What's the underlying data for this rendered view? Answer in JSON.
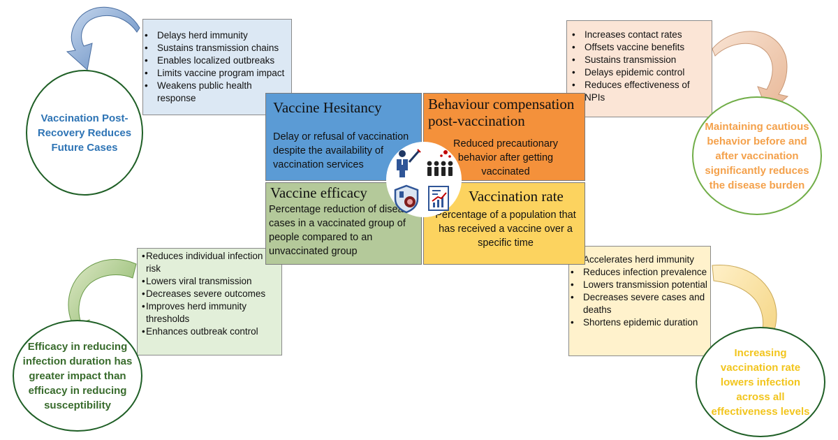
{
  "top_left_box": {
    "items": [
      "Delays herd immunity",
      "Sustains transmission chains",
      "Enables localized outbreaks",
      "Limits vaccine program impact",
      "Weakens public health response"
    ]
  },
  "top_right_box": {
    "items": [
      "Increases contact rates",
      "Offsets vaccine benefits",
      "Sustains transmission",
      "Delays epidemic control",
      "Reduces effectiveness of NPIs"
    ]
  },
  "bottom_left_box": {
    "items": [
      "Reduces individual infection risk",
      "Lowers viral transmission",
      "Decreases severe outcomes",
      "Improves herd immunity thresholds",
      "Enhances outbreak control"
    ]
  },
  "bottom_right_box": {
    "items": [
      "Accelerates herd immunity",
      "Reduces infection prevalence",
      "Lowers transmission potential",
      "Decreases severe cases and deaths",
      "Shortens epidemic duration"
    ]
  },
  "quadrants": {
    "hesitancy": {
      "title": "Vaccine Hesitancy",
      "description": "Delay or refusal of vaccination despite the availability of vaccination services",
      "color": "#5b9bd5"
    },
    "behaviour": {
      "title": "Behaviour compensation post-vaccination",
      "description": "Reduced precautionary behavior after getting vaccinated",
      "color": "#f4913b"
    },
    "efficacy": {
      "title": "Vaccine efficacy",
      "description": "Percentage reduction of disease cases in a vaccinated group of people compared to an unvaccinated group",
      "color": "#b4c99a"
    },
    "rate": {
      "title": "Vaccination rate",
      "description": "Percentage of a population that has received a vaccine over a specific time",
      "color": "#fcd35f"
    }
  },
  "conclusions": {
    "top_left": {
      "text": "Vaccination Post-Recovery Reduces Future Cases",
      "color": "#2e74b5"
    },
    "top_right": {
      "text": "Maintaining cautious behavior before and after vaccination significantly reduces the disease burden",
      "color": "#f4a14b"
    },
    "bottom_left": {
      "text": "Efficacy in reducing infection duration has greater impact than efficacy in reducing susceptibility",
      "color": "#386b2c"
    },
    "bottom_right": {
      "text": "Increasing vaccination rate lowers infection across all effectiveness levels",
      "color": "#f2c51d"
    }
  },
  "icons": [
    "doctor-vaccinating-icon",
    "group-of-people-icon",
    "vaccine-shield-icon",
    "rising-chart-report-icon",
    "curved-arrow-icon"
  ]
}
